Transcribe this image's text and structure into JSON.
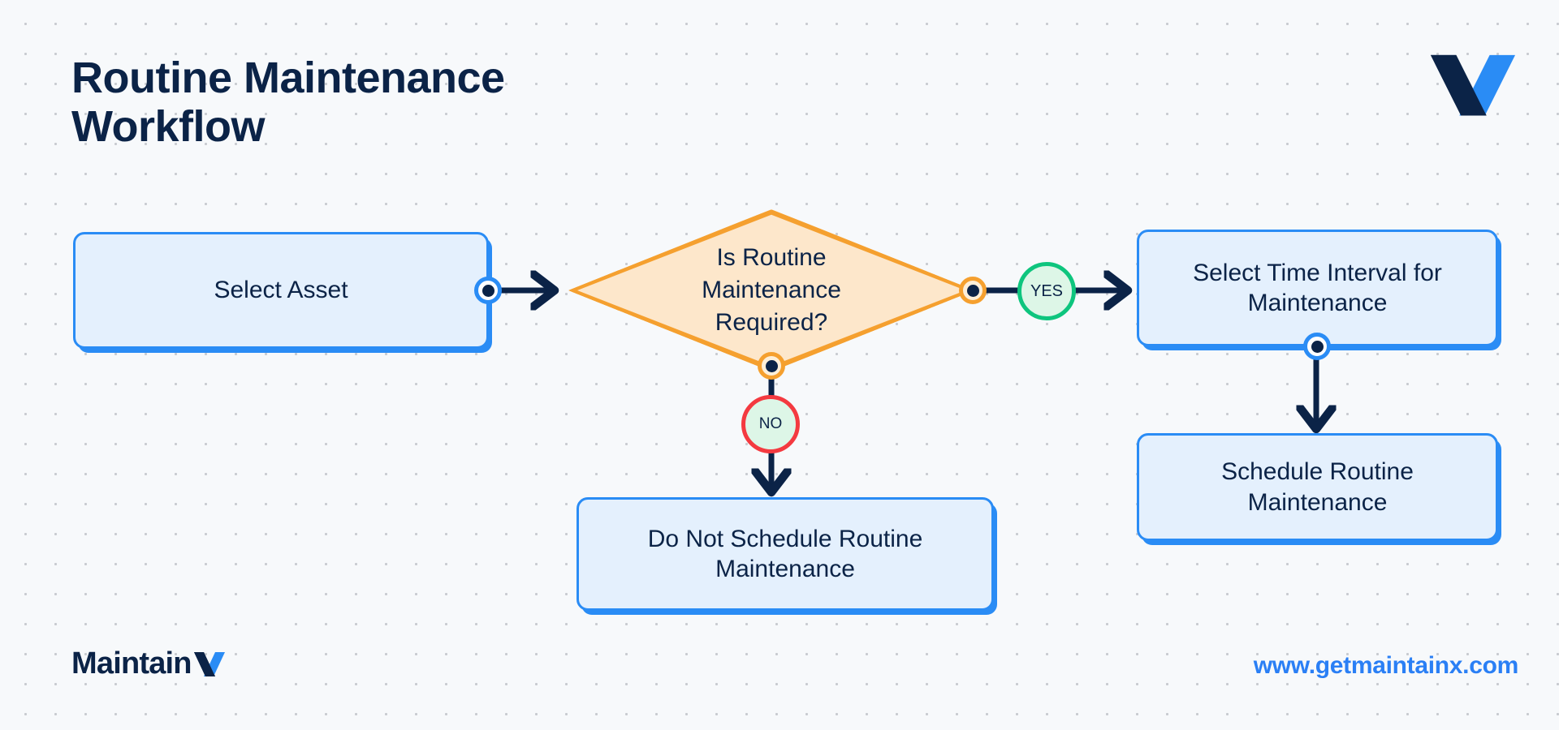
{
  "header": {
    "title": "Routine Maintenance\nWorkflow",
    "logo_icon": "maintainx-x-logo",
    "logo_colors": {
      "dark": "#0b2347",
      "blue": "#2a8cf5"
    }
  },
  "palette": {
    "background": "#f7f9fb",
    "grid_dot": "#c8cbd0",
    "node_fill": "#e4f0fd",
    "node_border": "#2a8cf5",
    "decision_fill": "#fde7cb",
    "decision_border": "#f5a02f",
    "yes_border": "#0ec57e",
    "no_border": "#f43a40",
    "badge_fill": "#ddf6e7",
    "text_dark": "#0b2347",
    "url_blue": "#2a7ff5"
  },
  "flow": {
    "nodes": [
      {
        "id": "select-asset",
        "type": "process",
        "label": "Select Asset"
      },
      {
        "id": "decision",
        "type": "decision",
        "label": "Is Routine\nMaintenance\nRequired?"
      },
      {
        "id": "select-interval",
        "type": "process",
        "label": "Select Time Interval for\nMaintenance"
      },
      {
        "id": "schedule",
        "type": "process",
        "label": "Schedule Routine\nMaintenance"
      },
      {
        "id": "do-not-schedule",
        "type": "process",
        "label": "Do Not Schedule Routine\nMaintenance"
      }
    ],
    "badges": [
      {
        "id": "yes",
        "label": "YES",
        "color": "#0ec57e"
      },
      {
        "id": "no",
        "label": "NO",
        "color": "#f43a40"
      }
    ],
    "edges": [
      {
        "from": "select-asset",
        "to": "decision",
        "label": "",
        "direction": "right"
      },
      {
        "from": "decision",
        "to": "select-interval",
        "label": "YES",
        "direction": "right"
      },
      {
        "from": "decision",
        "to": "do-not-schedule",
        "label": "NO",
        "direction": "down"
      },
      {
        "from": "select-interval",
        "to": "schedule",
        "label": "",
        "direction": "down"
      }
    ]
  },
  "footer": {
    "wordmark_text": "Maintain",
    "wordmark_icon": "maintainx-x-logo",
    "url": "www.getmaintainx.com"
  }
}
